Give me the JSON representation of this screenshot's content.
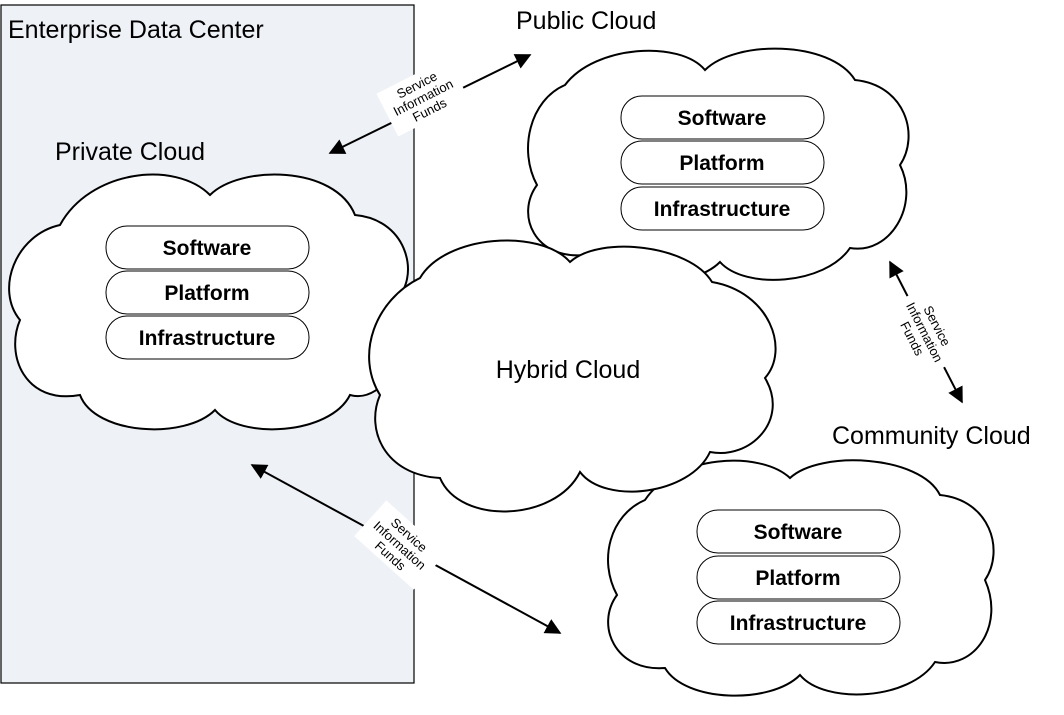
{
  "colors": {
    "data_center_fill": "#eef1f6",
    "outline": "#000000",
    "layer_fill": "#ffffff"
  },
  "enterprise": {
    "title": "Enterprise Data Center"
  },
  "clouds": {
    "private": {
      "title": "Private Cloud",
      "layers": [
        "Software",
        "Platform",
        "Infrastructure"
      ]
    },
    "public": {
      "title": "Public Cloud",
      "layers": [
        "Software",
        "Platform",
        "Infrastructure"
      ]
    },
    "hybrid": {
      "title": "Hybrid Cloud"
    },
    "community": {
      "title": "Community Cloud",
      "layers": [
        "Software",
        "Platform",
        "Infrastructure"
      ]
    }
  },
  "flows": [
    {
      "id": "private-public",
      "lines": [
        "Service",
        "Information",
        "Funds"
      ]
    },
    {
      "id": "public-community",
      "lines": [
        "Service",
        "Information",
        "Funds"
      ]
    },
    {
      "id": "private-community",
      "lines": [
        "Service",
        "Information",
        "Funds"
      ]
    }
  ]
}
